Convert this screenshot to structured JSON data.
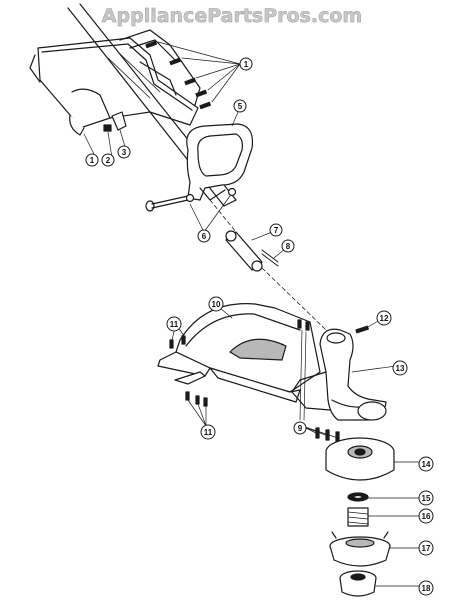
{
  "watermark": "AppliancePartsPros.com",
  "callouts": [
    {
      "id": "c1a",
      "label": "1"
    },
    {
      "id": "c1b",
      "label": "1"
    },
    {
      "id": "c2",
      "label": "2"
    },
    {
      "id": "c3",
      "label": "3"
    },
    {
      "id": "c5",
      "label": "5"
    },
    {
      "id": "c6",
      "label": "6"
    },
    {
      "id": "c7",
      "label": "7"
    },
    {
      "id": "c8",
      "label": "8"
    },
    {
      "id": "c9",
      "label": "9"
    },
    {
      "id": "c10",
      "label": "10"
    },
    {
      "id": "c11a",
      "label": "11"
    },
    {
      "id": "c11b",
      "label": "11"
    },
    {
      "id": "c12",
      "label": "12"
    },
    {
      "id": "c13",
      "label": "13"
    },
    {
      "id": "c14",
      "label": "14"
    },
    {
      "id": "c15",
      "label": "15"
    },
    {
      "id": "c16",
      "label": "16"
    },
    {
      "id": "c17",
      "label": "17"
    },
    {
      "id": "c18",
      "label": "18"
    }
  ],
  "colors": {
    "line": "#1a1a1a",
    "watermark": "#c8c8c8",
    "part_fill": "#ffffff",
    "shade": "#b8b8b8"
  }
}
